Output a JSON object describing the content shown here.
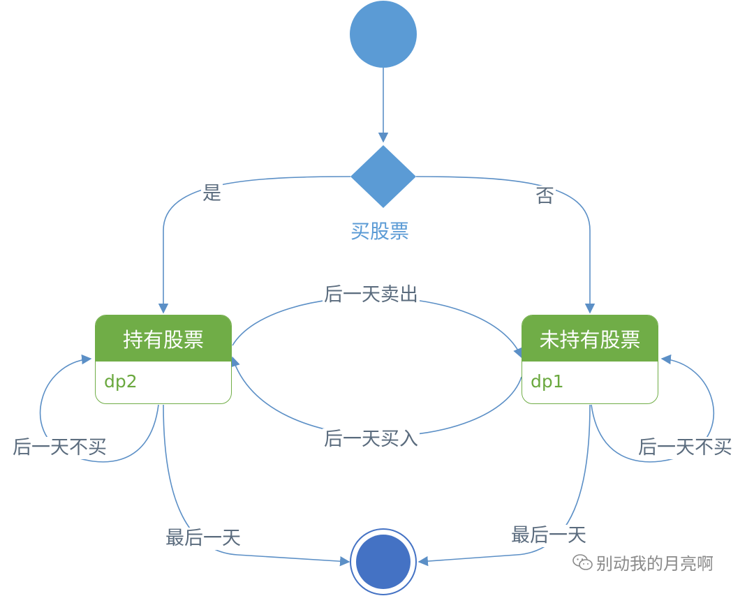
{
  "decision": {
    "label": "买股票",
    "yes_label": "是",
    "no_label": "否"
  },
  "states": {
    "holding": {
      "title": "持有股票",
      "variable": "dp2"
    },
    "not_holding": {
      "title": "未持有股票",
      "variable": "dp1"
    }
  },
  "transitions": {
    "sell_next_day": "后一天卖出",
    "buy_next_day": "后一天买入",
    "holding_no_buy": "后一天不买",
    "not_holding_no_buy": "后一天不买",
    "holding_last_day": "最后一天",
    "not_holding_last_day": "最后一天"
  },
  "watermark": {
    "text": "别动我的月亮啊",
    "icon": "wechat-icon"
  },
  "colors": {
    "node_blue": "#5b9bd5",
    "final_blue": "#4472c4",
    "state_green": "#70ad47",
    "edge_blue": "#5b8fc6"
  }
}
